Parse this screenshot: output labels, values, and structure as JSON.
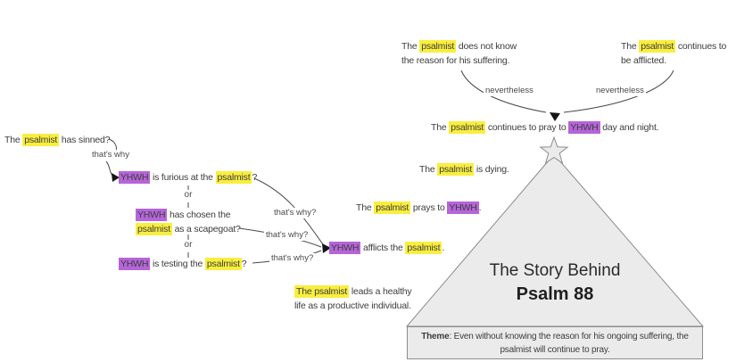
{
  "colors": {
    "highlight_yellow": "#f9ee3f",
    "highlight_purple": "#b565d8",
    "shape_fill": "#ebebeb",
    "shape_stroke": "#8c8c8c",
    "text": "#3d3d3d"
  },
  "labels": {
    "thats_why": "that's why",
    "or_1": "or",
    "or_2": "or",
    "thats_why_q1": "that's why?",
    "thats_why_q2": "that's why?",
    "thats_why_q3": "that's why?",
    "nevertheless_1": "nevertheless",
    "nevertheless_2": "nevertheless"
  },
  "nodes": {
    "sinned": [
      {
        "t": "The "
      },
      {
        "t": "psalmist",
        "h": "y"
      },
      {
        "t": " has sinned?"
      }
    ],
    "furious": [
      {
        "t": "YHWH",
        "h": "p"
      },
      {
        "t": " is furious at the "
      },
      {
        "t": "psalmist",
        "h": "y"
      },
      {
        "t": "?"
      }
    ],
    "chosen_line1": [
      {
        "t": "YHWH",
        "h": "p"
      },
      {
        "t": " has chosen the"
      }
    ],
    "chosen_line2": [
      {
        "t": "psalmist",
        "h": "y"
      },
      {
        "t": " as a scapegoat?"
      }
    ],
    "testing": [
      {
        "t": "YHWH",
        "h": "p"
      },
      {
        "t": " is testing the "
      },
      {
        "t": "psalmist",
        "h": "y"
      },
      {
        "t": "?"
      }
    ],
    "afflicts": [
      {
        "t": "YHWH",
        "h": "p"
      },
      {
        "t": " afflicts the "
      },
      {
        "t": "psalmist",
        "h": "y"
      },
      {
        "t": "."
      }
    ],
    "healthy_line1": [
      {
        "t": "The psalmist",
        "h": "y"
      },
      {
        "t": " leads a healthy"
      }
    ],
    "healthy_line2": [
      {
        "t": "life as a productive individual."
      }
    ],
    "unknown_line1": [
      {
        "t": "The "
      },
      {
        "t": "psalmist",
        "h": "y"
      },
      {
        "t": " does not know"
      }
    ],
    "unknown_line2": [
      {
        "t": "the reason for his suffering."
      }
    ],
    "afflicted_line1": [
      {
        "t": "The "
      },
      {
        "t": "psalmist",
        "h": "y"
      },
      {
        "t": " continues to"
      }
    ],
    "afflicted_line2": [
      {
        "t": "be afflicted."
      }
    ],
    "pray_always": [
      {
        "t": "The "
      },
      {
        "t": "psalmist",
        "h": "y"
      },
      {
        "t": " continues to pray to "
      },
      {
        "t": "YHWH",
        "h": "p"
      },
      {
        "t": " day and night."
      }
    ],
    "dying": [
      {
        "t": "The "
      },
      {
        "t": "psalmist",
        "h": "y"
      },
      {
        "t": " is dying."
      }
    ],
    "prays": [
      {
        "t": "The "
      },
      {
        "t": "psalmist",
        "h": "y"
      },
      {
        "t": " prays to "
      },
      {
        "t": "YHWH",
        "h": "p"
      },
      {
        "t": "."
      }
    ],
    "theme_line1": [
      {
        "t": "Theme",
        "b": true
      },
      {
        "t": ": Even without knowing the reason for his ongoing suffering, the"
      }
    ],
    "theme_line2": [
      {
        "t": "psalmist will continue to pray."
      }
    ]
  },
  "pyramid": {
    "title_line1": "The Story Behind",
    "title_line2": "Psalm 88"
  }
}
